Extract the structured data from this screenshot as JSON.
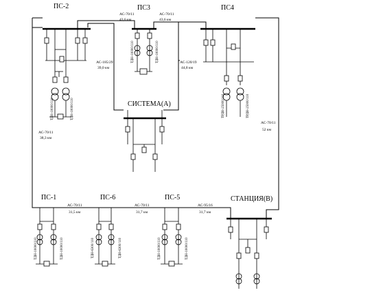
{
  "substations": {
    "ps2": "ПС-2",
    "ps3": "ПС3",
    "ps4": "ПС4",
    "ps1": "ПС-1",
    "ps6": "ПС-6",
    "ps5": "ПС-5",
    "system": "СИСТЕМА(А)",
    "station": "СТАНЦИЯ(В)"
  },
  "lines": {
    "ps2_ps3": {
      "type": "АС-70/11",
      "length": "43,6 км"
    },
    "ps3_ps4": {
      "type": "АС-70/11",
      "length": "43,6 км"
    },
    "ps2_system": {
      "type": "АС-185/29",
      "length": "39,0 км"
    },
    "ps4_system": {
      "type": "АС-120/19",
      "length": "44,8 км"
    },
    "ps2_ps1": {
      "type": "АС-70/11",
      "length": "38,3 км"
    },
    "ps4_station": {
      "type": "АС-70/11",
      "length": "52 км"
    },
    "ps1_ps6": {
      "type": "АС-70/11",
      "length": "31,5 км"
    },
    "ps6_ps5": {
      "type": "АС-70/11",
      "length": "31,7 км"
    },
    "ps5_station": {
      "type": "АС-95/16",
      "length": "31,7 км"
    }
  },
  "transformers": {
    "ps2": "ТДН-10000/110",
    "ps3": "ТДН-10000/110",
    "ps4": "ТРДН-25000/110",
    "ps1": "ТДН-10000/110",
    "ps6": "ТДН-6300/110",
    "ps5": "ТДН-10000/110"
  }
}
